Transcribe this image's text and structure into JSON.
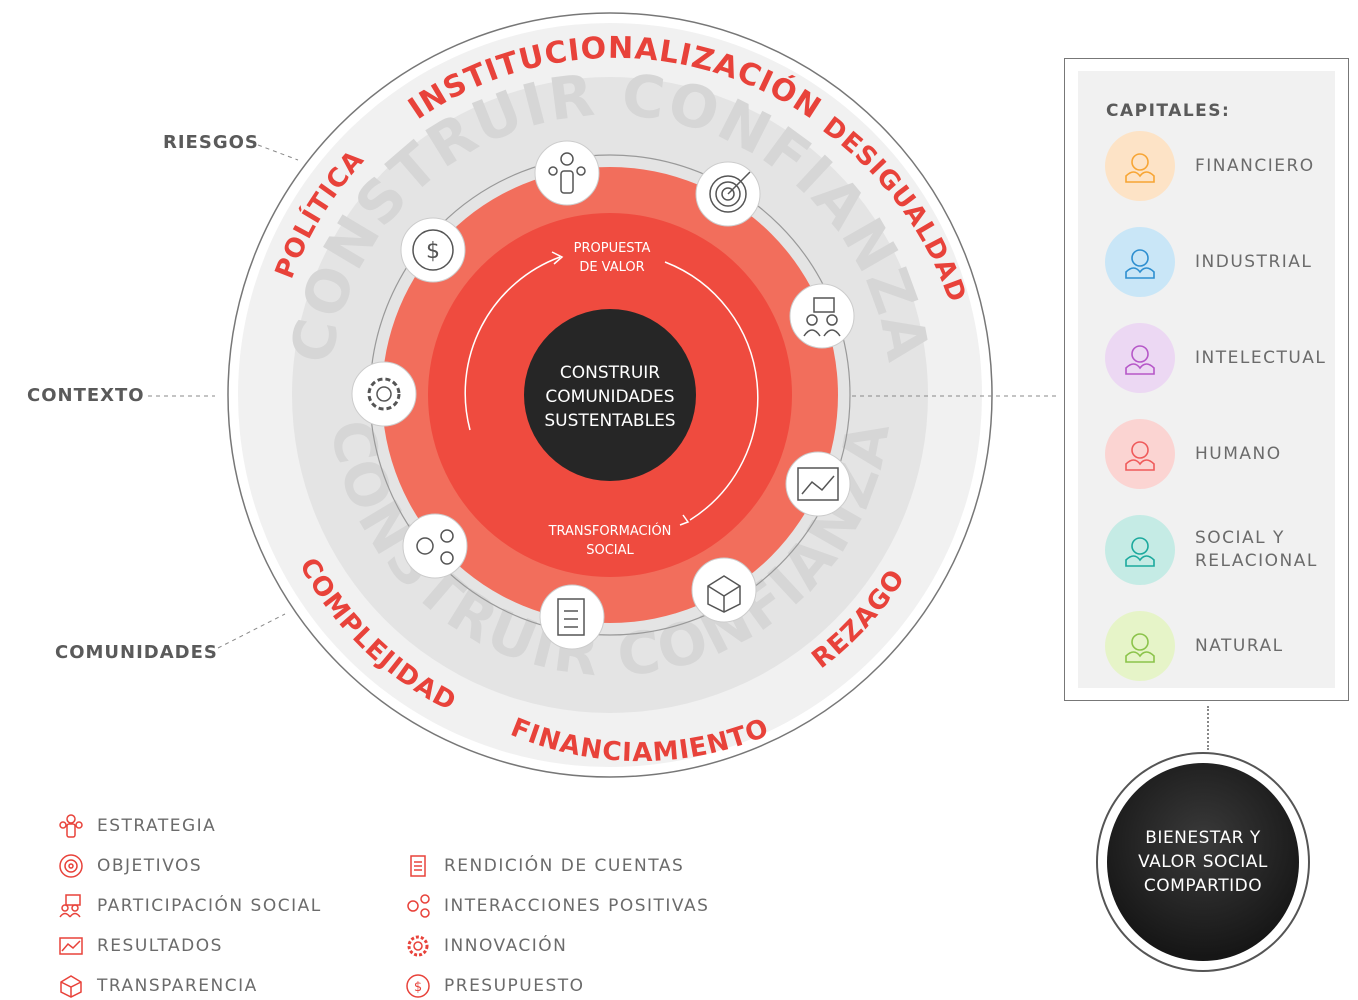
{
  "diagram": {
    "ring_outer_labels": [
      "INSTITUCIONALIZACIÓN",
      "DESIGUALDAD",
      "POLÍTICA",
      "COMPLEJIDAD",
      "FINANCIAMIENTO",
      "REZAGO"
    ],
    "watermark": "CONSTRUIR CONFIANZA",
    "inner_top_label": "PROPUESTA DE VALOR",
    "inner_bottom_label": "TRANSFORMACIÓN SOCIAL",
    "center_label": "CONSTRUIR COMUNIDADES SUSTENTABLES",
    "colors": {
      "red_dark": "#ef4b3f",
      "red_light": "#f26e5c",
      "grey_ring": "#e4e4e4",
      "grey_outer": "#f1f1f1",
      "label_red": "#e8423a"
    }
  },
  "context_labels": {
    "riesgos": "RIESGOS",
    "contexto": "CONTEXTO",
    "comunidades": "COMUNIDADES"
  },
  "capitales": {
    "title": "CAPITALES:",
    "items": [
      {
        "label": "FINANCIERO",
        "icon": "money-hands-icon",
        "color": "#f7a534",
        "bg": "#fde3c6"
      },
      {
        "label": "INDUSTRIAL",
        "icon": "industrial-gear-hand-icon",
        "color": "#2e8fd0",
        "bg": "#c9e6f7"
      },
      {
        "label": "INTELECTUAL",
        "icon": "lightbulb-hand-icon",
        "color": "#b657c8",
        "bg": "#ecd8f3"
      },
      {
        "label": "HUMANO",
        "icon": "handshake-icon",
        "color": "#ef5a5a",
        "bg": "#fbd4d2"
      },
      {
        "label": "SOCIAL Y RELACIONAL",
        "icon": "chat-hand-icon",
        "color": "#1ba99d",
        "bg": "#c5ebe5"
      },
      {
        "label": "NATURAL",
        "icon": "plant-hand-icon",
        "color": "#8bc34a",
        "bg": "#e6f4c8"
      }
    ]
  },
  "outcome": {
    "label": "BIENESTAR Y VALOR SOCIAL COMPARTIDO"
  },
  "legend": {
    "left": [
      {
        "label": "ESTRATEGIA",
        "icon": "strategy-network-icon"
      },
      {
        "label": "OBJETIVOS",
        "icon": "target-icon"
      },
      {
        "label": "PARTICIPACIÓN SOCIAL",
        "icon": "participation-icon"
      },
      {
        "label": "RESULTADOS",
        "icon": "results-chart-icon"
      },
      {
        "label": "TRANSPARENCIA",
        "icon": "transparency-box-icon"
      }
    ],
    "right": [
      {
        "label": "RENDICIÓN  DE CUENTAS",
        "icon": "clipboard-icon"
      },
      {
        "label": "INTERACCIONES POSITIVAS",
        "icon": "interactions-icon"
      },
      {
        "label": "INNOVACIÓN",
        "icon": "gear-icon"
      },
      {
        "label": "PRESUPUESTO",
        "icon": "dollar-coin-icon"
      }
    ],
    "icon_color": "#e8423a"
  }
}
